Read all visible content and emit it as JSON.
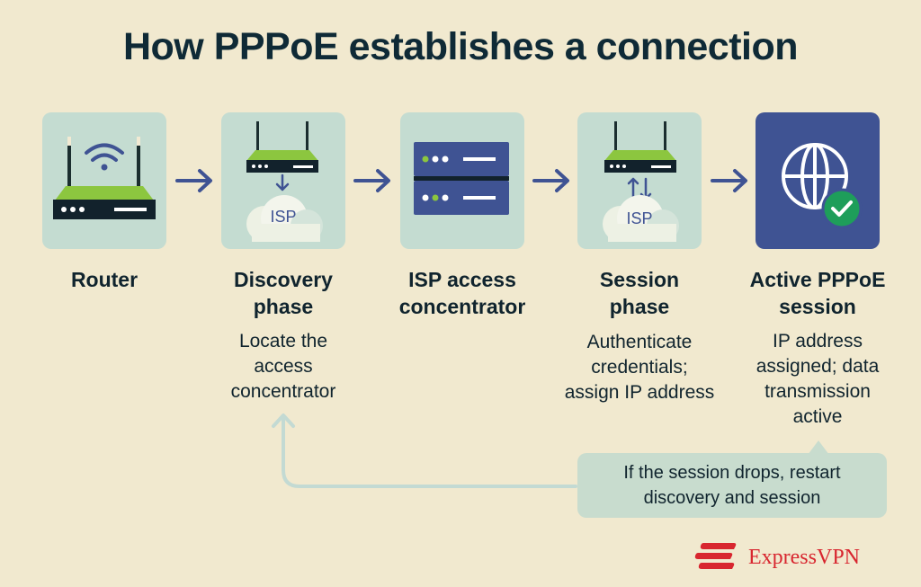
{
  "title": "How PPPoE establishes a connection",
  "steps": [
    {
      "label": "Router",
      "description": ""
    },
    {
      "label": "Discovery phase",
      "description": "Locate the access concentrator",
      "icon_text": "ISP"
    },
    {
      "label": "ISP access concentrator",
      "description": ""
    },
    {
      "label": "Session phase",
      "description": "Authenticate credentials; assign IP address",
      "icon_text": "ISP"
    },
    {
      "label": "Active PPPoE session",
      "description": "IP address assigned; data transmission active"
    }
  ],
  "label_lines": {
    "discovery": [
      "Discovery",
      "phase"
    ],
    "isp": [
      "ISP access",
      "concentrator"
    ],
    "session": [
      "Session",
      "phase"
    ],
    "active": [
      "Active PPPoE",
      "session"
    ]
  },
  "desc_lines": {
    "discovery": [
      "Locate the",
      "access",
      "concentrator"
    ],
    "session": [
      "Authenticate",
      "credentials;",
      "assign IP address"
    ],
    "active": [
      "IP address",
      "assigned; data",
      "transmission",
      "active"
    ]
  },
  "loop_note": "If the session drops, restart discovery and session",
  "loop_note_lines": [
    "If the session drops, restart",
    "discovery and session"
  ],
  "brand": "ExpressVPN",
  "colors": {
    "background": "#F1E9CF",
    "card": "#C4DCD1",
    "active_card": "#3F5393",
    "arrow": "#3F5393",
    "router_green": "#8CC63F",
    "check_green": "#1E9E5A",
    "brand_red": "#D8262F"
  }
}
